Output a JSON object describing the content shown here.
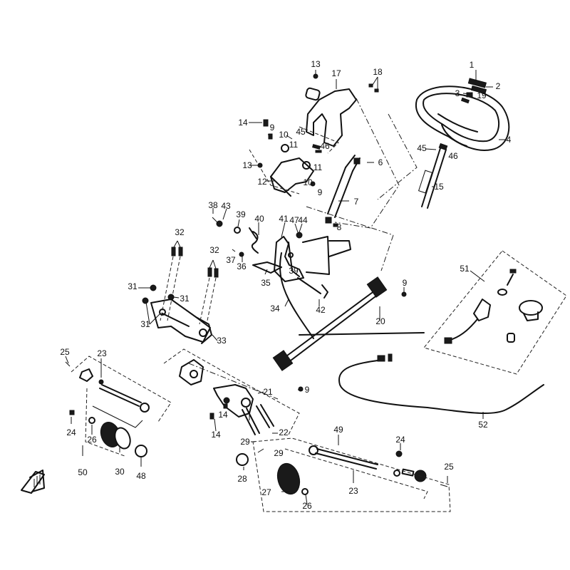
{
  "diagram": {
    "title": "Steering system exploded parts diagram",
    "orientation_icon": "front-direction-arrow-icon",
    "callouts": [
      {
        "id": "c1",
        "label": "1"
      },
      {
        "id": "c2",
        "label": "2"
      },
      {
        "id": "c3",
        "label": "3"
      },
      {
        "id": "c19",
        "label": "19"
      },
      {
        "id": "c4",
        "label": "4"
      },
      {
        "id": "c45a",
        "label": "45"
      },
      {
        "id": "c46a",
        "label": "46"
      },
      {
        "id": "c15",
        "label": "15"
      },
      {
        "id": "c13a",
        "label": "13"
      },
      {
        "id": "c17",
        "label": "17"
      },
      {
        "id": "c18",
        "label": "18"
      },
      {
        "id": "c14a",
        "label": "14"
      },
      {
        "id": "c9a",
        "label": "9"
      },
      {
        "id": "c10a",
        "label": "10"
      },
      {
        "id": "c11a",
        "label": "11"
      },
      {
        "id": "c45b",
        "label": "45"
      },
      {
        "id": "c46b",
        "label": "46"
      },
      {
        "id": "c13b",
        "label": "13"
      },
      {
        "id": "c12",
        "label": "12"
      },
      {
        "id": "c11b",
        "label": "11"
      },
      {
        "id": "c10b",
        "label": "10"
      },
      {
        "id": "c9b",
        "label": "9"
      },
      {
        "id": "c6",
        "label": "6"
      },
      {
        "id": "c7",
        "label": "7"
      },
      {
        "id": "c8",
        "label": "8"
      },
      {
        "id": "c38",
        "label": "38"
      },
      {
        "id": "c43",
        "label": "43"
      },
      {
        "id": "c39a",
        "label": "39"
      },
      {
        "id": "c40",
        "label": "40"
      },
      {
        "id": "c41",
        "label": "41"
      },
      {
        "id": "c47",
        "label": "47"
      },
      {
        "id": "c44",
        "label": "44"
      },
      {
        "id": "c37",
        "label": "37"
      },
      {
        "id": "c36",
        "label": "36"
      },
      {
        "id": "c39b",
        "label": "39"
      },
      {
        "id": "c35",
        "label": "35"
      },
      {
        "id": "c34",
        "label": "34"
      },
      {
        "id": "c42",
        "label": "42"
      },
      {
        "id": "c32a",
        "label": "32"
      },
      {
        "id": "c32b",
        "label": "32"
      },
      {
        "id": "c31a",
        "label": "31"
      },
      {
        "id": "c31b",
        "label": "31"
      },
      {
        "id": "c31c",
        "label": "31"
      },
      {
        "id": "c33",
        "label": "33"
      },
      {
        "id": "c9c",
        "label": "9"
      },
      {
        "id": "c20",
        "label": "20"
      },
      {
        "id": "c51",
        "label": "51"
      },
      {
        "id": "c9d",
        "label": "9"
      },
      {
        "id": "c21",
        "label": "21"
      },
      {
        "id": "c14b",
        "label": "14"
      },
      {
        "id": "c14c",
        "label": "14"
      },
      {
        "id": "c22",
        "label": "22"
      },
      {
        "id": "c29a",
        "label": "29"
      },
      {
        "id": "c29b",
        "label": "29"
      },
      {
        "id": "c28",
        "label": "28"
      },
      {
        "id": "c25a",
        "label": "25"
      },
      {
        "id": "c23a",
        "label": "23"
      },
      {
        "id": "c24a",
        "label": "24"
      },
      {
        "id": "c26a",
        "label": "26"
      },
      {
        "id": "c50",
        "label": "50"
      },
      {
        "id": "c30",
        "label": "30"
      },
      {
        "id": "c48",
        "label": "48"
      },
      {
        "id": "c49",
        "label": "49"
      },
      {
        "id": "c24b",
        "label": "24"
      },
      {
        "id": "c25b",
        "label": "25"
      },
      {
        "id": "c23b",
        "label": "23"
      },
      {
        "id": "c27",
        "label": "27"
      },
      {
        "id": "c26b",
        "label": "26"
      },
      {
        "id": "c52",
        "label": "52"
      }
    ]
  }
}
